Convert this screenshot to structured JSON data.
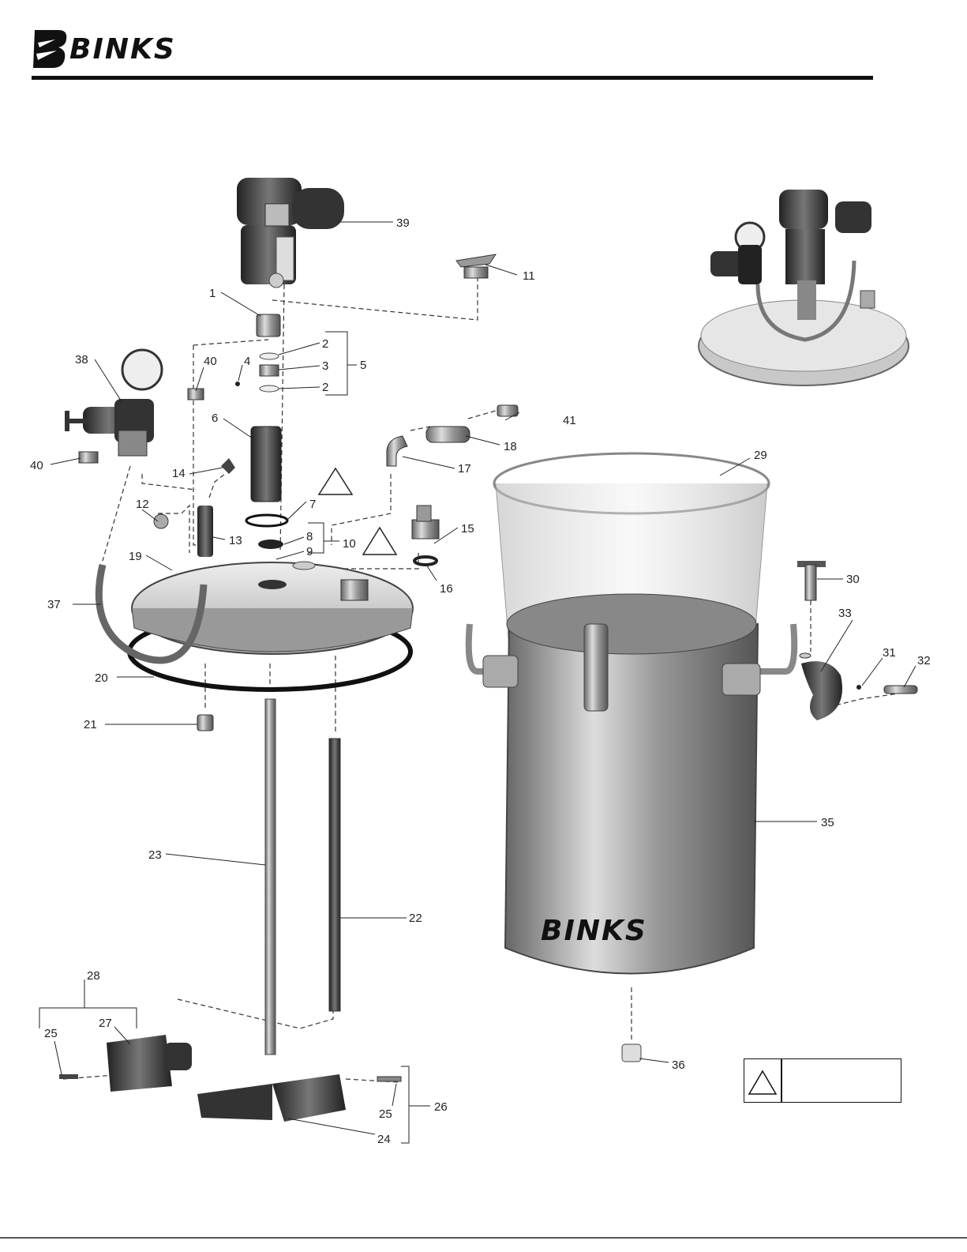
{
  "header": {
    "brand": "BINKS"
  },
  "parts": [
    {
      "id": "1",
      "label": "1"
    },
    {
      "id": "2a",
      "label": "2"
    },
    {
      "id": "3",
      "label": "3"
    },
    {
      "id": "2b",
      "label": "2"
    },
    {
      "id": "4",
      "label": "4"
    },
    {
      "id": "5",
      "label": "5"
    },
    {
      "id": "6",
      "label": "6"
    },
    {
      "id": "7",
      "label": "7"
    },
    {
      "id": "8",
      "label": "8"
    },
    {
      "id": "9",
      "label": "9"
    },
    {
      "id": "10",
      "label": "10"
    },
    {
      "id": "11",
      "label": "11"
    },
    {
      "id": "12",
      "label": "12"
    },
    {
      "id": "13",
      "label": "13"
    },
    {
      "id": "14",
      "label": "14"
    },
    {
      "id": "15",
      "label": "15"
    },
    {
      "id": "16",
      "label": "16"
    },
    {
      "id": "17",
      "label": "17"
    },
    {
      "id": "18",
      "label": "18"
    },
    {
      "id": "19",
      "label": "19"
    },
    {
      "id": "20",
      "label": "20"
    },
    {
      "id": "21",
      "label": "21"
    },
    {
      "id": "22",
      "label": "22"
    },
    {
      "id": "23",
      "label": "23"
    },
    {
      "id": "24",
      "label": "24"
    },
    {
      "id": "25a",
      "label": "25"
    },
    {
      "id": "25b",
      "label": "25"
    },
    {
      "id": "26",
      "label": "26"
    },
    {
      "id": "27",
      "label": "27"
    },
    {
      "id": "28",
      "label": "28"
    },
    {
      "id": "29",
      "label": "29"
    },
    {
      "id": "30",
      "label": "30"
    },
    {
      "id": "31",
      "label": "31"
    },
    {
      "id": "32",
      "label": "32"
    },
    {
      "id": "33",
      "label": "33"
    },
    {
      "id": "35",
      "label": "35"
    },
    {
      "id": "36",
      "label": "36"
    },
    {
      "id": "37",
      "label": "37"
    },
    {
      "id": "38",
      "label": "38"
    },
    {
      "id": "39",
      "label": "39"
    },
    {
      "id": "40a",
      "label": "40"
    },
    {
      "id": "40b",
      "label": "40"
    },
    {
      "id": "41",
      "label": "41"
    }
  ],
  "tank_logo": "BINKS",
  "legend": {
    "icon": "warning-triangle-icon",
    "text": ""
  }
}
